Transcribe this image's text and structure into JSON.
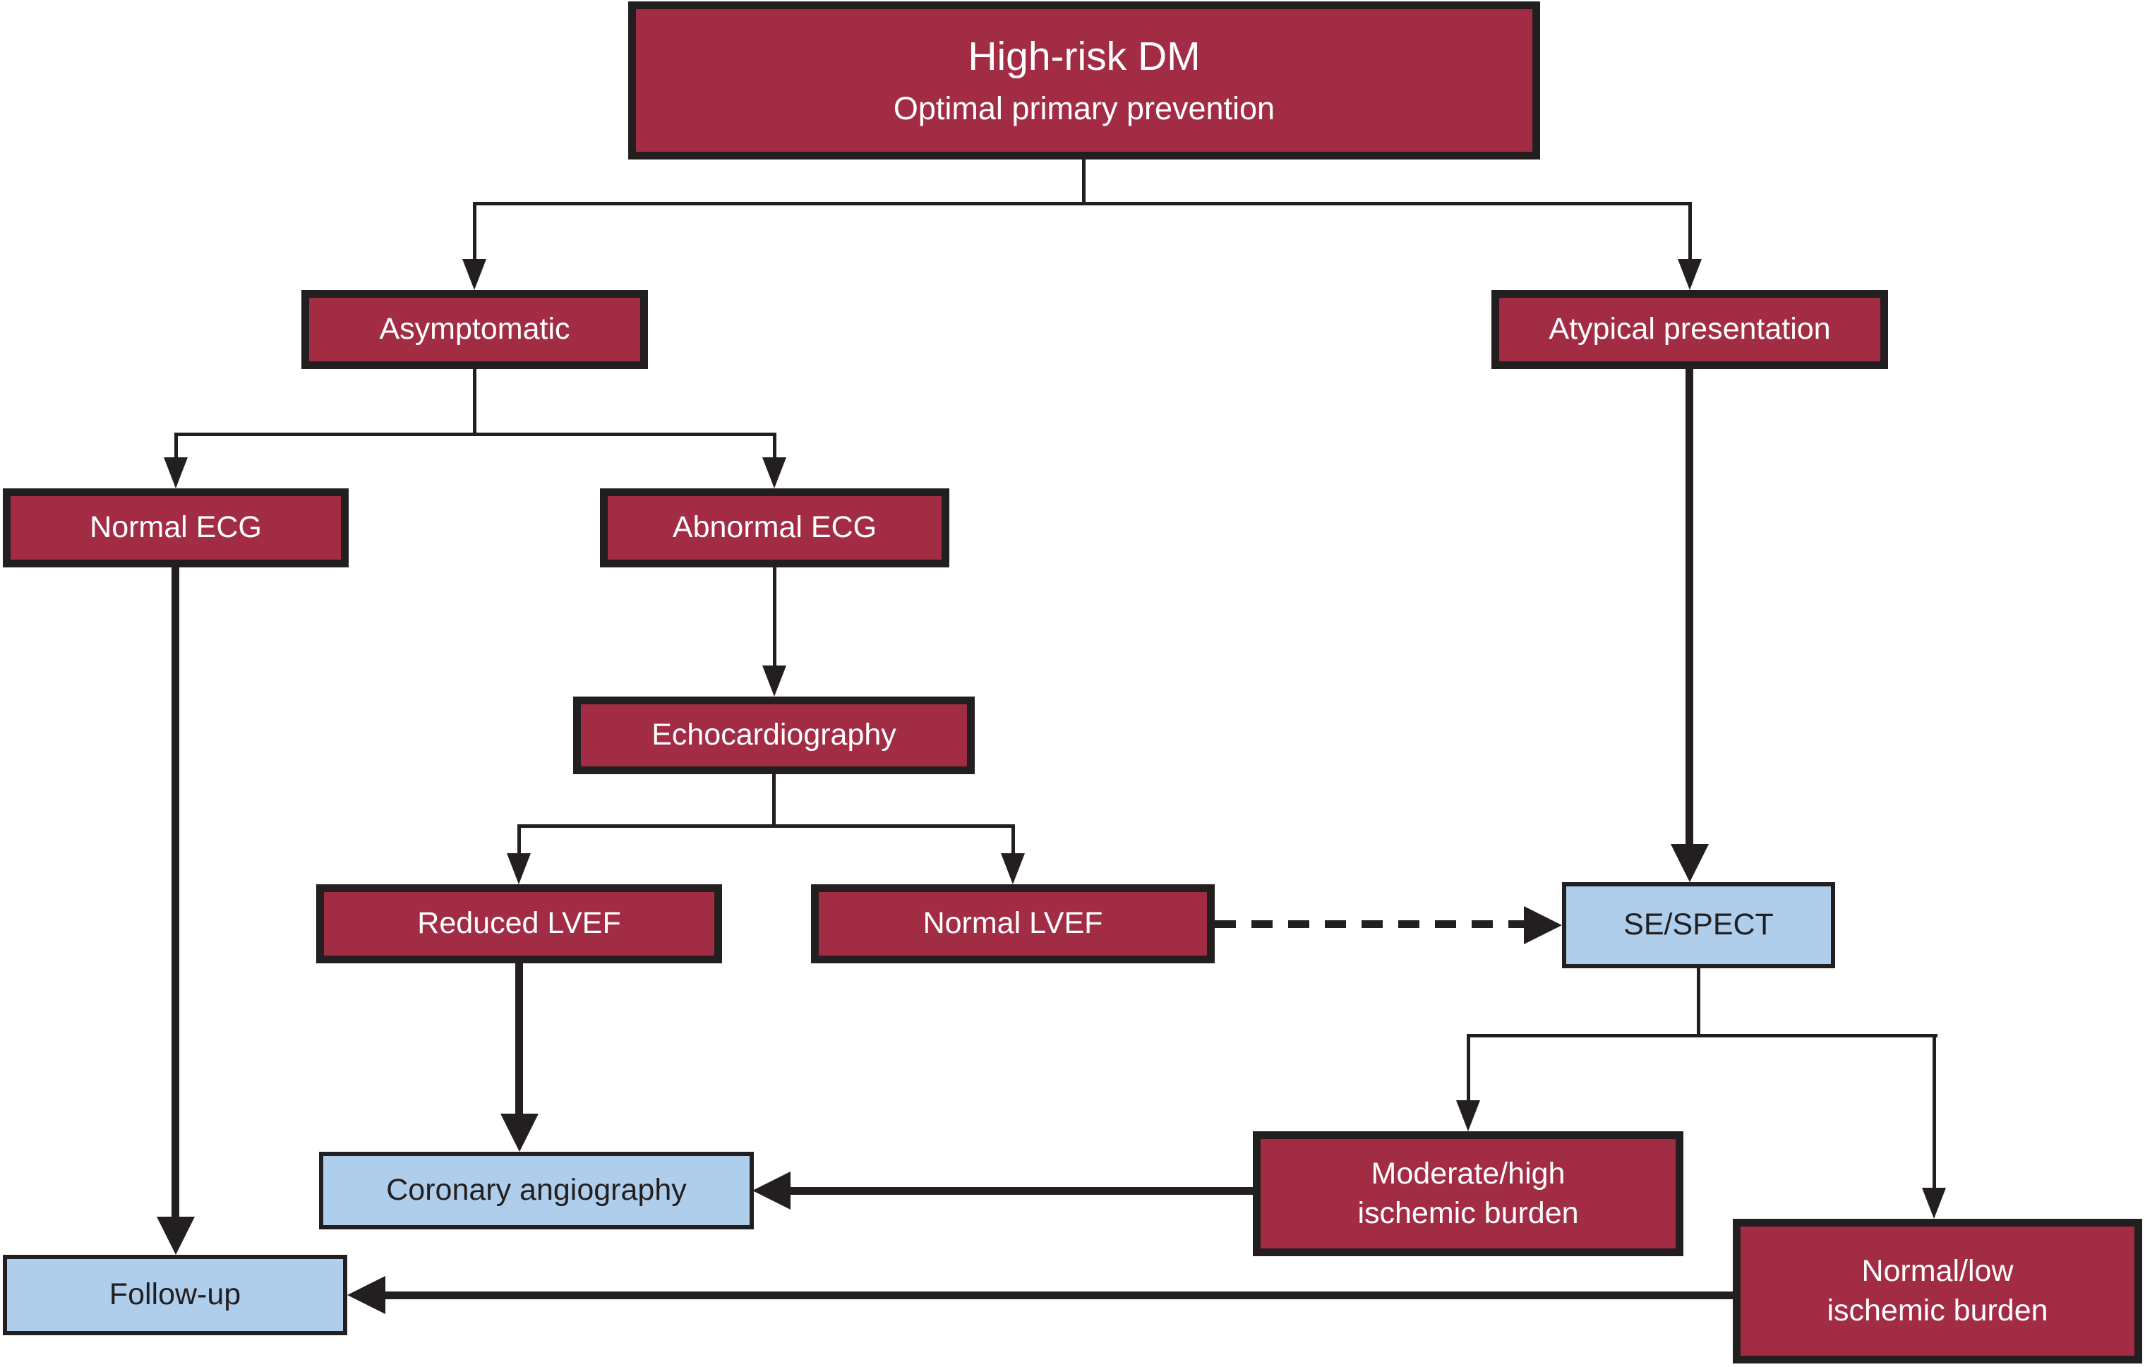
{
  "colors": {
    "node_red": "#A32C45",
    "node_blue": "#AFCEEB",
    "ink": "#231F20",
    "background": "#FFFFFF",
    "text_on_red": "#FFFFFF"
  },
  "nodes": {
    "high_risk_dm": {
      "title": "High-risk DM",
      "subtitle": "Optimal primary prevention"
    },
    "asymptomatic": {
      "label": "Asymptomatic"
    },
    "atypical_presentation": {
      "label": "Atypical presentation"
    },
    "normal_ecg": {
      "label": "Normal ECG"
    },
    "abnormal_ecg": {
      "label": "Abnormal ECG"
    },
    "echocardiography": {
      "label": "Echocardiography"
    },
    "reduced_lvef": {
      "label": "Reduced LVEF"
    },
    "normal_lvef": {
      "label": "Normal LVEF"
    },
    "se_spect": {
      "label": "SE/SPECT"
    },
    "moderate_high_ischemic_burden": {
      "line1": "Moderate/high",
      "line2": "ischemic burden"
    },
    "normal_low_ischemic_burden": {
      "line1": "Normal/low",
      "line2": "ischemic burden"
    },
    "coronary_angiography": {
      "label": "Coronary angiography"
    },
    "follow_up": {
      "label": "Follow-up"
    }
  },
  "edges": [
    {
      "from": "high_risk_dm",
      "to": "asymptomatic",
      "style": "solid-thin"
    },
    {
      "from": "high_risk_dm",
      "to": "atypical_presentation",
      "style": "solid-thin"
    },
    {
      "from": "asymptomatic",
      "to": "normal_ecg",
      "style": "solid-thin"
    },
    {
      "from": "asymptomatic",
      "to": "abnormal_ecg",
      "style": "solid-thin"
    },
    {
      "from": "abnormal_ecg",
      "to": "echocardiography",
      "style": "solid-thin"
    },
    {
      "from": "echocardiography",
      "to": "reduced_lvef",
      "style": "solid-thin"
    },
    {
      "from": "echocardiography",
      "to": "normal_lvef",
      "style": "solid-thin"
    },
    {
      "from": "normal_lvef",
      "to": "se_spect",
      "style": "dashed-thick"
    },
    {
      "from": "atypical_presentation",
      "to": "se_spect",
      "style": "solid-thick"
    },
    {
      "from": "se_spect",
      "to": "moderate_high_ischemic_burden",
      "style": "solid-thin"
    },
    {
      "from": "se_spect",
      "to": "normal_low_ischemic_burden",
      "style": "solid-thin"
    },
    {
      "from": "reduced_lvef",
      "to": "coronary_angiography",
      "style": "solid-thick"
    },
    {
      "from": "moderate_high_ischemic_burden",
      "to": "coronary_angiography",
      "style": "solid-thick"
    },
    {
      "from": "normal_ecg",
      "to": "follow_up",
      "style": "solid-thick"
    },
    {
      "from": "normal_low_ischemic_burden",
      "to": "follow_up",
      "style": "solid-thick"
    }
  ]
}
